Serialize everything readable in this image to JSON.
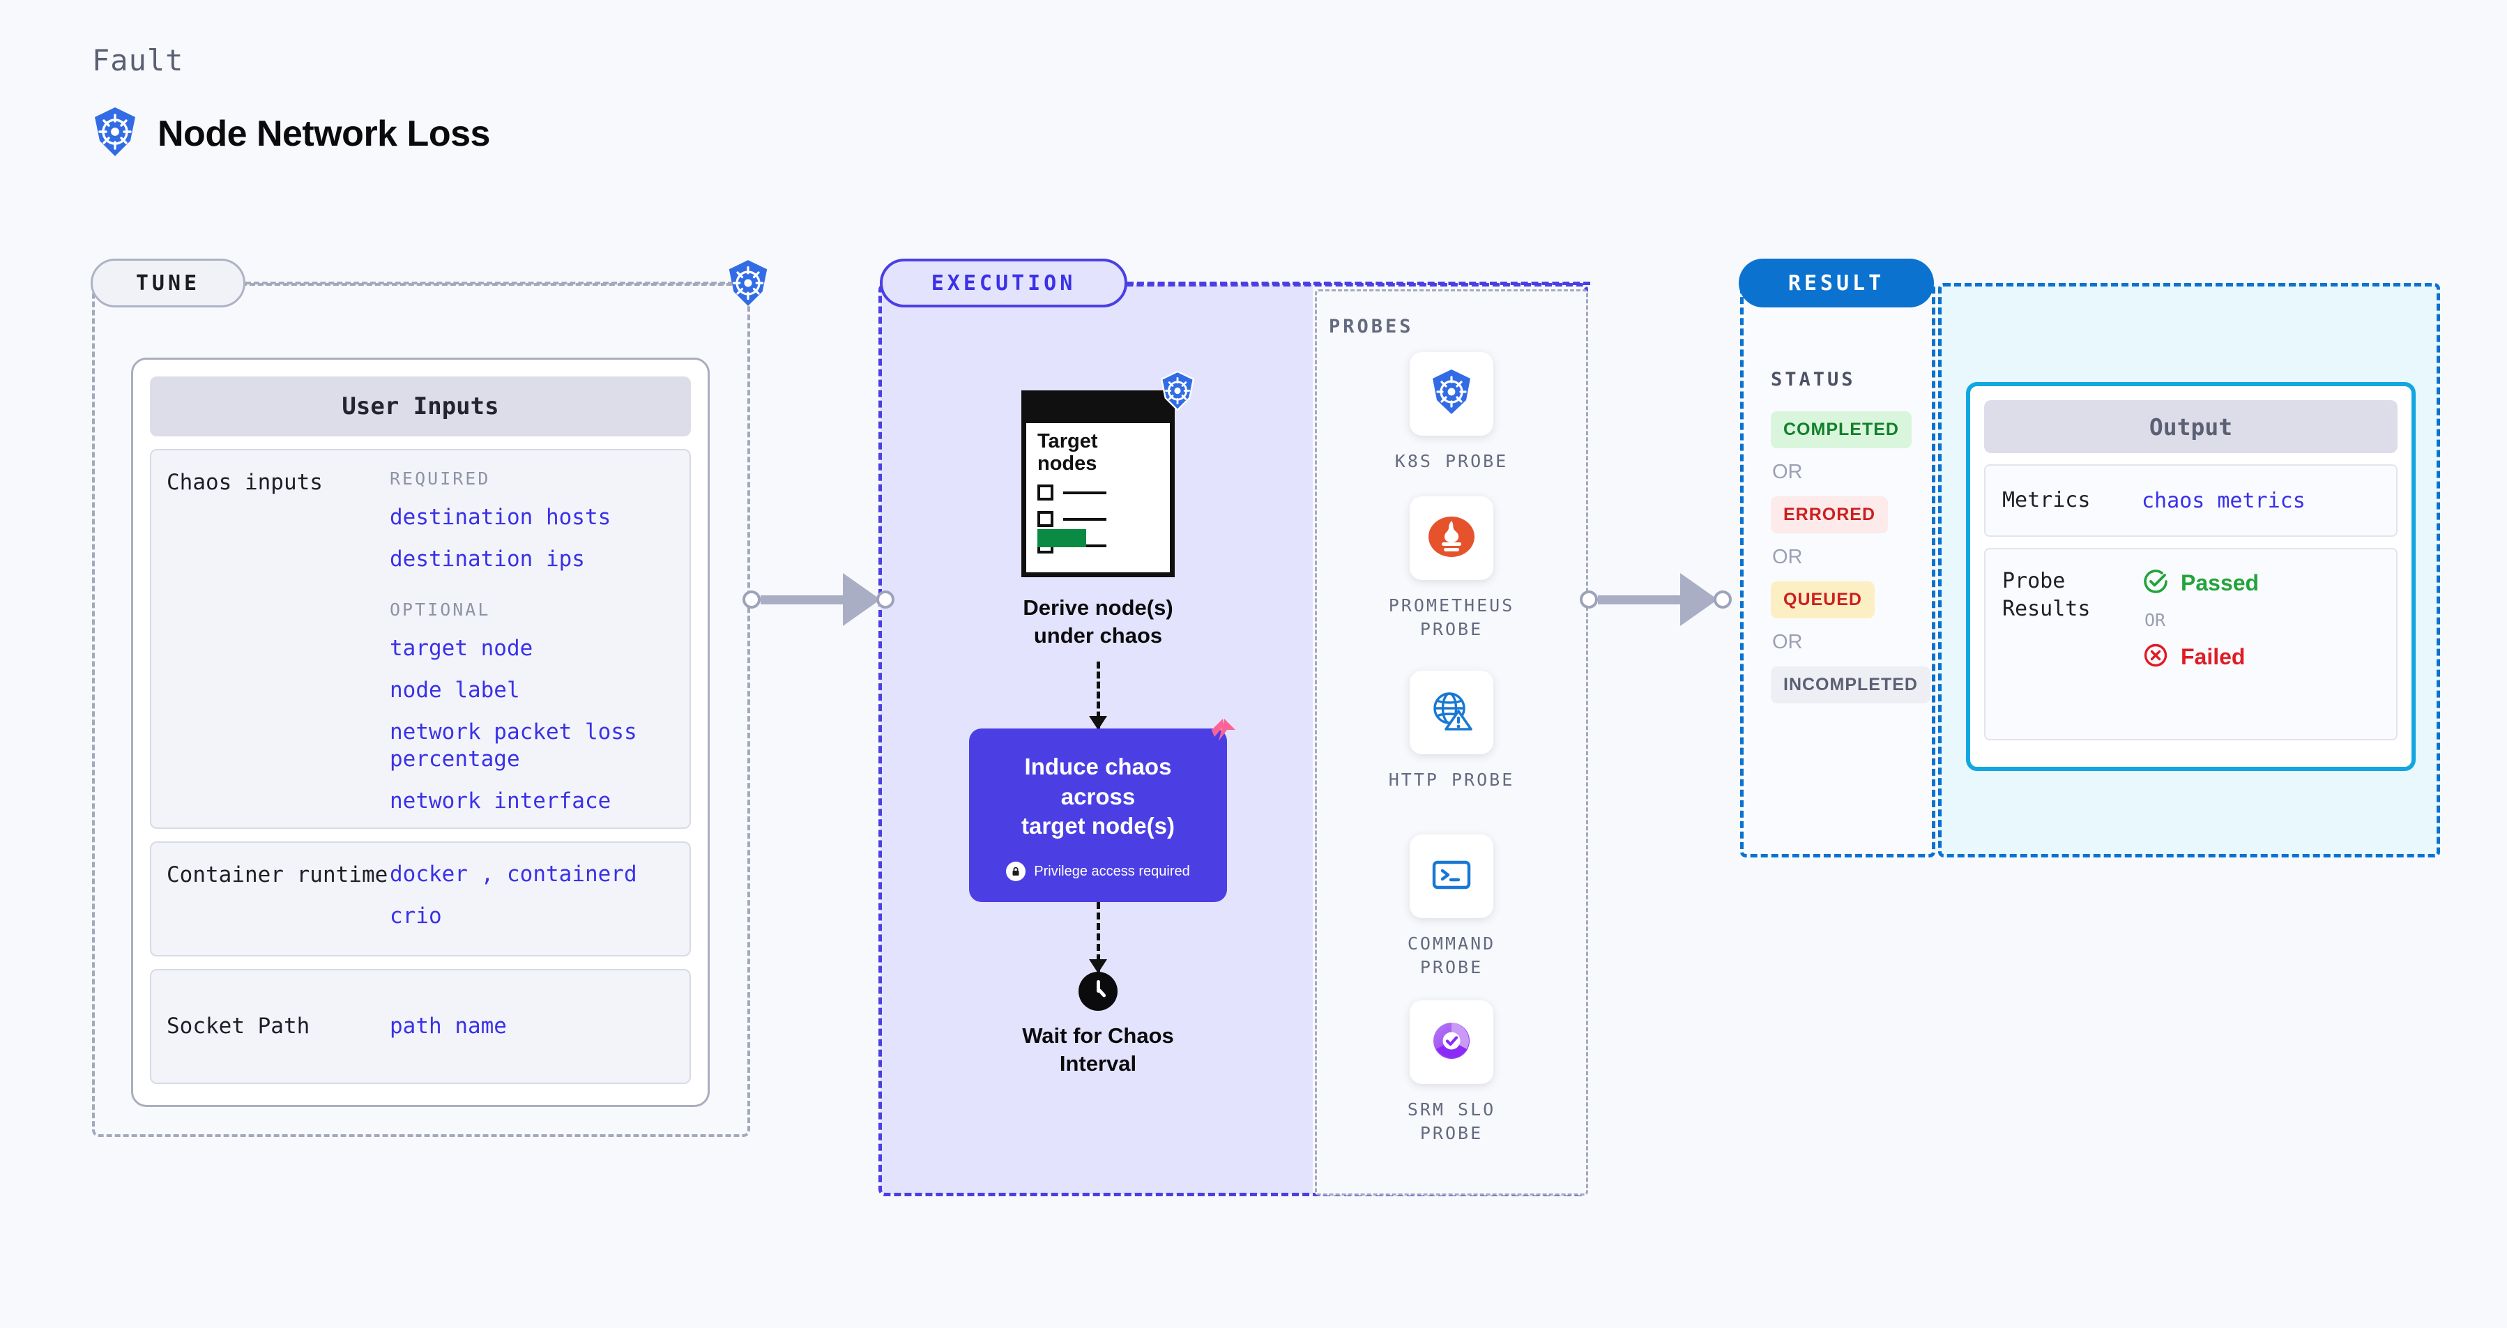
{
  "header": {
    "kicker": "Fault",
    "title": "Node Network Loss",
    "icon": "kubernetes-icon"
  },
  "tune": {
    "tag": "TUNE",
    "card_title": "User Inputs",
    "rows": [
      {
        "label": "Chaos inputs",
        "groups": [
          {
            "heading": "REQUIRED",
            "values": [
              "destination hosts",
              "destination ips"
            ]
          },
          {
            "heading": "OPTIONAL",
            "values": [
              "target node",
              "node label",
              "network packet loss percentage",
              "network interface"
            ]
          }
        ]
      },
      {
        "label": "Container runtime",
        "values_inline": [
          "docker",
          "containerd"
        ],
        "separator": ",",
        "values_extra": [
          "crio"
        ]
      },
      {
        "label": "Socket Path",
        "values": [
          "path name"
        ]
      }
    ]
  },
  "execution": {
    "tag": "EXECUTION",
    "flow": {
      "doc_title_line1": "Target",
      "doc_title_line2": "nodes",
      "step1_caption_line1": "Derive node(s)",
      "step1_caption_line2": "under chaos",
      "step2_line1": "Induce chaos across",
      "step2_line2": "target node(s)",
      "step2_note": "Privilege access required",
      "step3_line1": "Wait for Chaos",
      "step3_line2": "Interval"
    },
    "probes_label": "PROBES",
    "probes": [
      {
        "name_line1": "K8S PROBE",
        "name_line2": "",
        "icon": "kubernetes-icon"
      },
      {
        "name_line1": "PROMETHEUS",
        "name_line2": "PROBE",
        "icon": "prometheus-icon"
      },
      {
        "name_line1": "HTTP PROBE",
        "name_line2": "",
        "icon": "globe-warning-icon"
      },
      {
        "name_line1": "COMMAND",
        "name_line2": "PROBE",
        "icon": "terminal-icon"
      },
      {
        "name_line1": "SRM SLO",
        "name_line2": "PROBE",
        "icon": "slo-donut-icon"
      }
    ]
  },
  "result": {
    "tag": "RESULT",
    "status_label": "STATUS",
    "or_text": "OR",
    "statuses": [
      {
        "label": "COMPLETED",
        "bg": "#d9f5dc",
        "fg": "#12802b"
      },
      {
        "label": "ERRORED",
        "bg": "#fdeaea",
        "fg": "#cc1f1f"
      },
      {
        "label": "QUEUED",
        "bg": "#fdefc4",
        "fg": "#cc1f1f"
      },
      {
        "label": "INCOMPLETED",
        "bg": "#eeeff5",
        "fg": "#5a5f73"
      }
    ],
    "output": {
      "title": "Output",
      "metrics_label": "Metrics",
      "metrics_value": "chaos metrics",
      "probe_label_line1": "Probe",
      "probe_label_line2": "Results",
      "passed": "Passed",
      "failed": "Failed",
      "or_text": "OR"
    }
  },
  "colors": {
    "background": "#f8f9fc",
    "accent_purple": "#3a31e8",
    "accent_blue": "#0b72d0",
    "k8s_blue": "#326ce5",
    "prometheus_orange": "#e6522c",
    "success_green": "#22a43a",
    "error_red": "#e01b24",
    "litmus_pink": "#fc6395"
  }
}
